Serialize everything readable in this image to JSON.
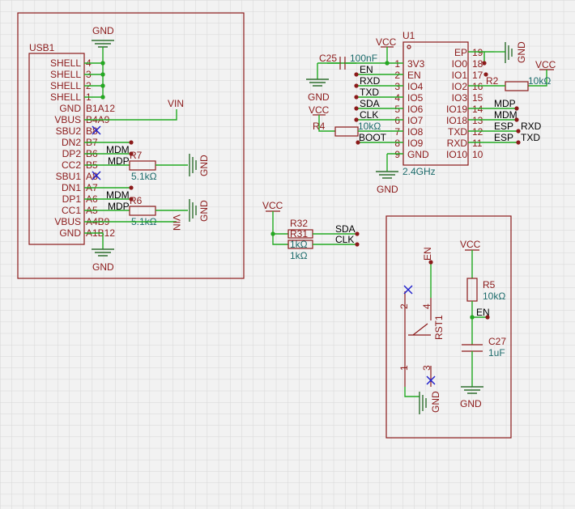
{
  "usb": {
    "ref": "USB1",
    "pins_left": [
      "SHELL",
      "SHELL",
      "SHELL",
      "SHELL",
      "GND",
      "VBUS",
      "SBU2",
      "DN2",
      "DP2",
      "CC2",
      "SBU1",
      "DN1",
      "DP1",
      "CC1",
      "VBUS",
      "GND"
    ],
    "pins_num": [
      "4",
      "3",
      "2",
      "1",
      "B1A12",
      "B4A9",
      "B8",
      "B7",
      "B6",
      "B5",
      "A8",
      "A7",
      "A6",
      "A5",
      "A4B9",
      "A1B12"
    ],
    "top_gnd": "GND",
    "bottom_gnd": "GND",
    "vin": "VIN",
    "vin2": "VIN",
    "mdm1": "MDM",
    "mdp1": "MDP",
    "mdm2": "MDM",
    "mdp2": "MDP",
    "r7": "R7",
    "r7v": "5.1kΩ",
    "r6": "R6",
    "r6v": "5.1kΩ",
    "gnd_r7": "GND",
    "gnd_r6": "GND"
  },
  "u1": {
    "ref": "U1",
    "value": "2.4GHz",
    "left_pins": [
      "3V3",
      "EN",
      "IO4",
      "IO5",
      "IO6",
      "IO7",
      "IO8",
      "IO9",
      "GND"
    ],
    "left_nums": [
      "1",
      "2",
      "3",
      "4",
      "5",
      "6",
      "7",
      "8",
      "9"
    ],
    "right_pins": [
      "EP",
      "IO0",
      "IO1",
      "IO2",
      "IO3",
      "IO19",
      "IO18",
      "TXD",
      "RXD",
      "IO10"
    ],
    "right_nums": [
      "19",
      "18",
      "17",
      "16",
      "15",
      "14",
      "13",
      "12",
      "11",
      "10"
    ],
    "left_nets": [
      "EN",
      "RXD",
      "TXD",
      "SDA",
      "CLK",
      "BOOT"
    ],
    "vcc": "VCC",
    "c25": "C25",
    "c25v": "100nF",
    "gnd_c25": "GND",
    "vcc_r4": "VCC",
    "r4": "R4",
    "r4v": "10kΩ",
    "gnd_bottom": "GND",
    "gnd_ep": "GND",
    "vcc_r2": "VCC",
    "r2": "R2",
    "r2v": "10kΩ",
    "mdp": "MDP",
    "mdm": "MDM",
    "esp1": "ESP",
    "esp2": "ESP",
    "rxd": "RXD",
    "txd": "TXD"
  },
  "i2c": {
    "vcc": "VCC",
    "r32": "R32",
    "r31": "R31",
    "r31v": "1kΩ",
    "r32v": "1kΩ",
    "sda": "SDA",
    "clk": "CLK"
  },
  "rst": {
    "en_top": "EN",
    "ref": "RST1",
    "p2": "2",
    "p4": "4",
    "p1": "1",
    "p3": "3",
    "gnd": "GND",
    "vcc": "VCC",
    "r5": "R5",
    "r5v": "10kΩ",
    "en": "EN",
    "c27": "C27",
    "c27v": "1uF",
    "gnd2": "GND"
  }
}
